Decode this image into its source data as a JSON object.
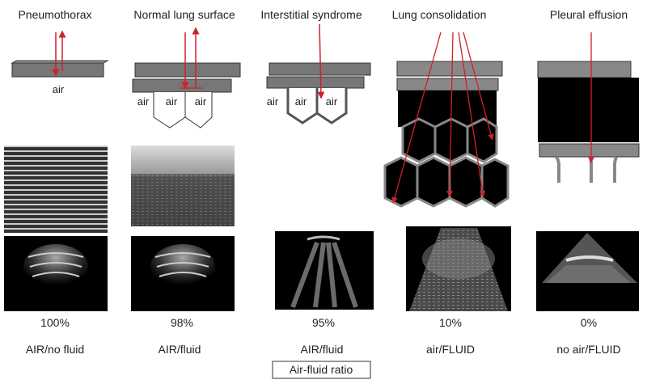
{
  "columns": [
    {
      "title": "Pneumothorax",
      "percent": "100%",
      "label": "AIR/no fluid",
      "air_labels": [
        "air"
      ]
    },
    {
      "title": "Normal lung surface",
      "percent": "98%",
      "label": "AIR/fluid",
      "air_labels": [
        "air",
        "air",
        "air"
      ]
    },
    {
      "title": "Interstitial syndrome",
      "percent": "95%",
      "label": "AIR/fluid",
      "air_labels": [
        "air",
        "air",
        "air"
      ]
    },
    {
      "title": "Lung consolidation",
      "percent": "10%",
      "label": "air/FLUID"
    },
    {
      "title": "Pleural effusion",
      "percent": "0%",
      "label": "no air/FLUID"
    }
  ],
  "footer": {
    "axis_label": "Air-fluid ratio"
  },
  "colors": {
    "arrow": "#d0202a",
    "bar": "#7a7a7a",
    "fluid": "#000000"
  }
}
